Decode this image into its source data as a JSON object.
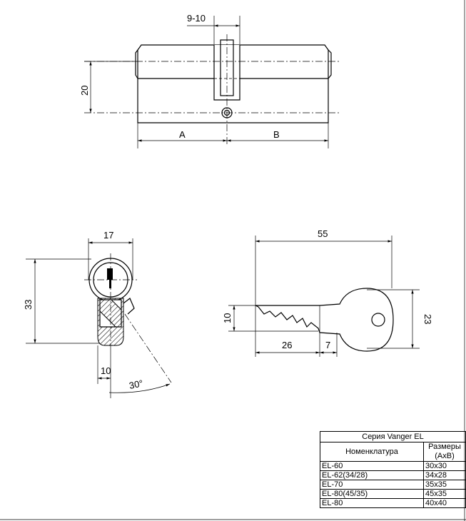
{
  "cylinder": {
    "dim_cam_gap": "9-10",
    "dim_height": "20",
    "dim_a": "A",
    "dim_b": "B"
  },
  "profile": {
    "dim_width": "17",
    "dim_height": "33",
    "dim_cam": "10",
    "dim_angle": "30°"
  },
  "key": {
    "dim_length": "55",
    "dim_blade_height": "10",
    "dim_blade_length": "26",
    "dim_tip": "7",
    "dim_bow_height": "23"
  },
  "table": {
    "title": "Серия Vanger EL",
    "col_name": "Номенклатура",
    "col_size_line1": "Размеры",
    "col_size_line2": "(AxB)",
    "rows": [
      {
        "name": "EL-60",
        "size": "30x30"
      },
      {
        "name": "EL-62(34/28)",
        "size": "34x28"
      },
      {
        "name": "EL-70",
        "size": "35x35"
      },
      {
        "name": "EL-80(45/35)",
        "size": "45x35"
      },
      {
        "name": "EL-80",
        "size": "40x40"
      }
    ]
  }
}
